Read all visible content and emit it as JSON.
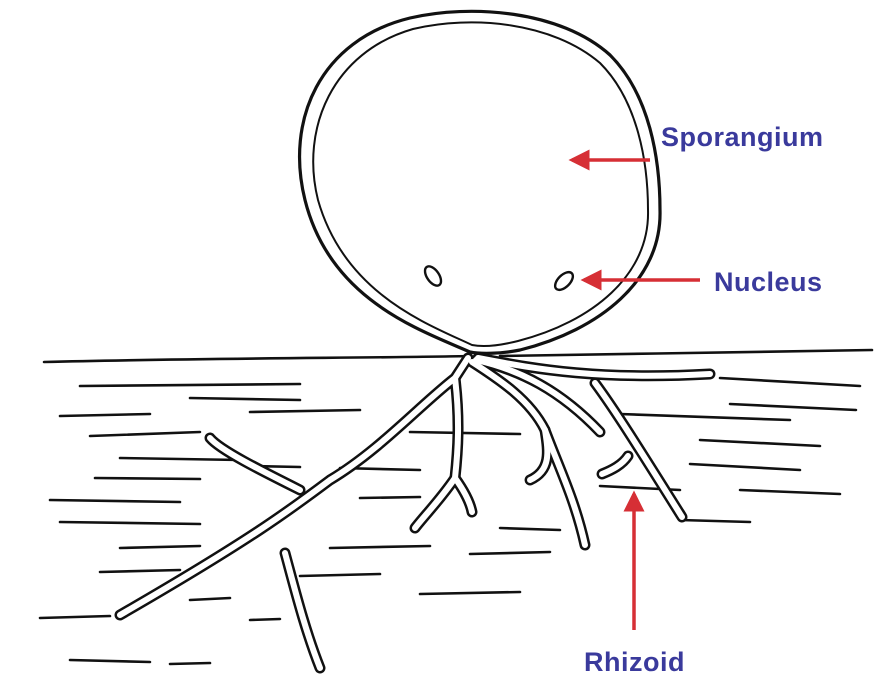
{
  "labels": {
    "sporangium": "Sporangium",
    "nucleus": "Nucleus",
    "rhizoid": "Rhizoid"
  },
  "colors": {
    "label_text": "#3a3a9c",
    "arrow": "#d62f35",
    "ink": "#111111",
    "background": "#ffffff"
  }
}
